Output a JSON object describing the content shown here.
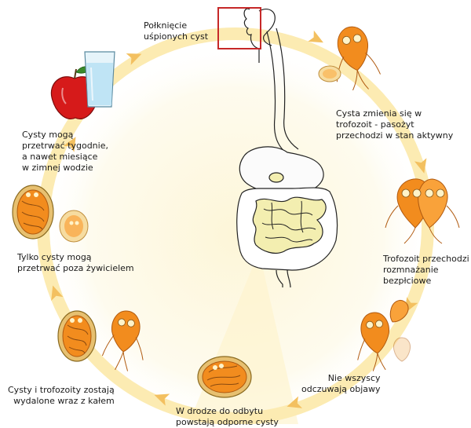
{
  "labels": {
    "ingestion": "Połknięcie\nuśpionych cyst",
    "excystation": "Cysta zmienia się w\ntrofozoit - pasożyt\nprzechodzi w stan aktywny",
    "reproduction": "Trofozoit przechodzi\nrozmnażanie\nbezpłciowe",
    "symptoms": "Nie wszyscy\nodczuwają objawy",
    "encystation": "W drodze do odbytu\npowstają odporne cysty",
    "excretion": "Cysty i trofozoity zostają\nwydalone wraz z kałem",
    "outside_host": "Tylko cysty mogą\nprzetrwać poza żywicielem",
    "survival": "Cysty mogą\nprzetrwać tygodnie,\na nawet miesiące\nw zimnej wodzie"
  },
  "icons": {
    "food": "apple-icon",
    "water": "water-glass-icon",
    "digestive_system": "digestive-system-icon"
  },
  "colors": {
    "cycle_ring": "#fcebb2",
    "cycle_arrow": "#f3c060",
    "highlight_box": "#c62828",
    "parasite_orange": "#f28c1e",
    "cyst_shell": "#e7c070",
    "intestine": "#f3eeb0",
    "apple": "#d61a1a",
    "glass_water": "#bfe4f5"
  }
}
